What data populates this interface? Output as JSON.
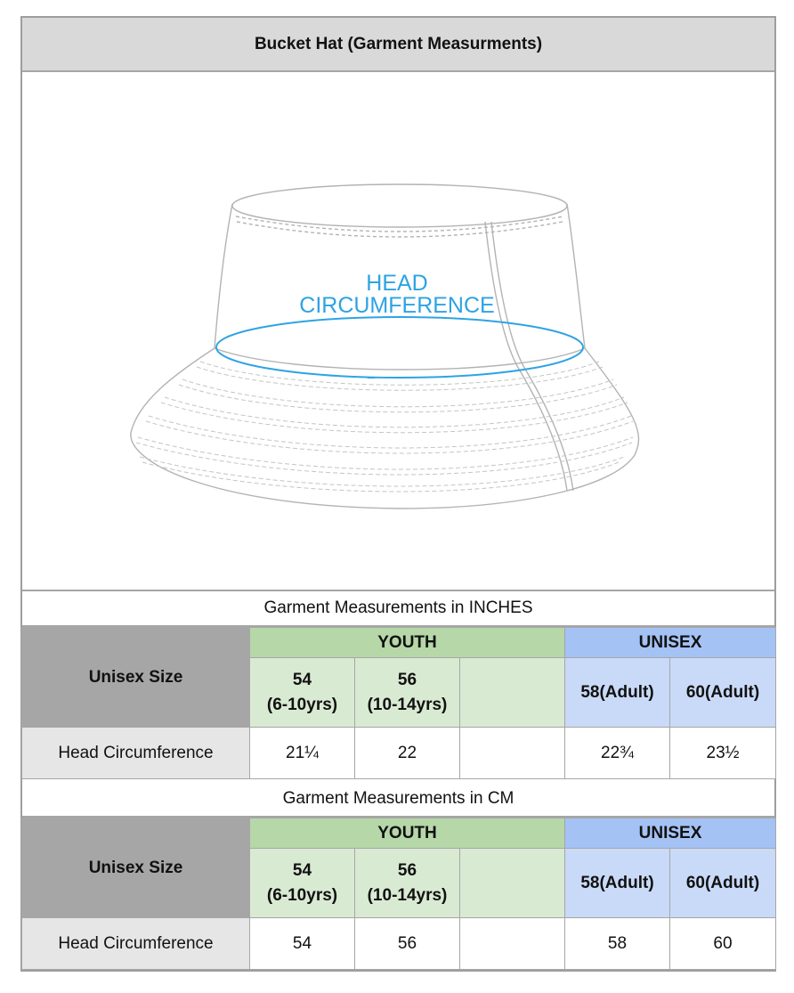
{
  "title": "Bucket Hat (Garment Measurments)",
  "illustration": {
    "label_line1": "HEAD",
    "label_line2": "CIRCUMFERENCE",
    "accent_color": "#2ea3e3"
  },
  "tables": [
    {
      "caption": "Garment Measurements in INCHES",
      "size_label": "Unisex Size",
      "youth_header": "YOUTH",
      "unisex_header": "UNISEX",
      "sizes": [
        {
          "line1": "54",
          "line2": "(6-10yrs)"
        },
        {
          "line1": "56",
          "line2": "(10-14yrs)"
        },
        {
          "line1": "",
          "line2": ""
        },
        {
          "line1": "58(Adult)",
          "line2": ""
        },
        {
          "line1": "60(Adult)",
          "line2": ""
        }
      ],
      "row_label": "Head Circumference",
      "values": [
        "21¼",
        "22",
        "",
        "22¾",
        "23½"
      ]
    },
    {
      "caption": "Garment Measurements in CM",
      "size_label": "Unisex Size",
      "youth_header": "YOUTH",
      "unisex_header": "UNISEX",
      "sizes": [
        {
          "line1": "54",
          "line2": "(6-10yrs)"
        },
        {
          "line1": "56",
          "line2": "(10-14yrs)"
        },
        {
          "line1": "",
          "line2": ""
        },
        {
          "line1": "58(Adult)",
          "line2": ""
        },
        {
          "line1": "60(Adult)",
          "line2": ""
        }
      ],
      "row_label": "Head Circumference",
      "values": [
        "54",
        "56",
        "",
        "58",
        "60"
      ]
    }
  ]
}
